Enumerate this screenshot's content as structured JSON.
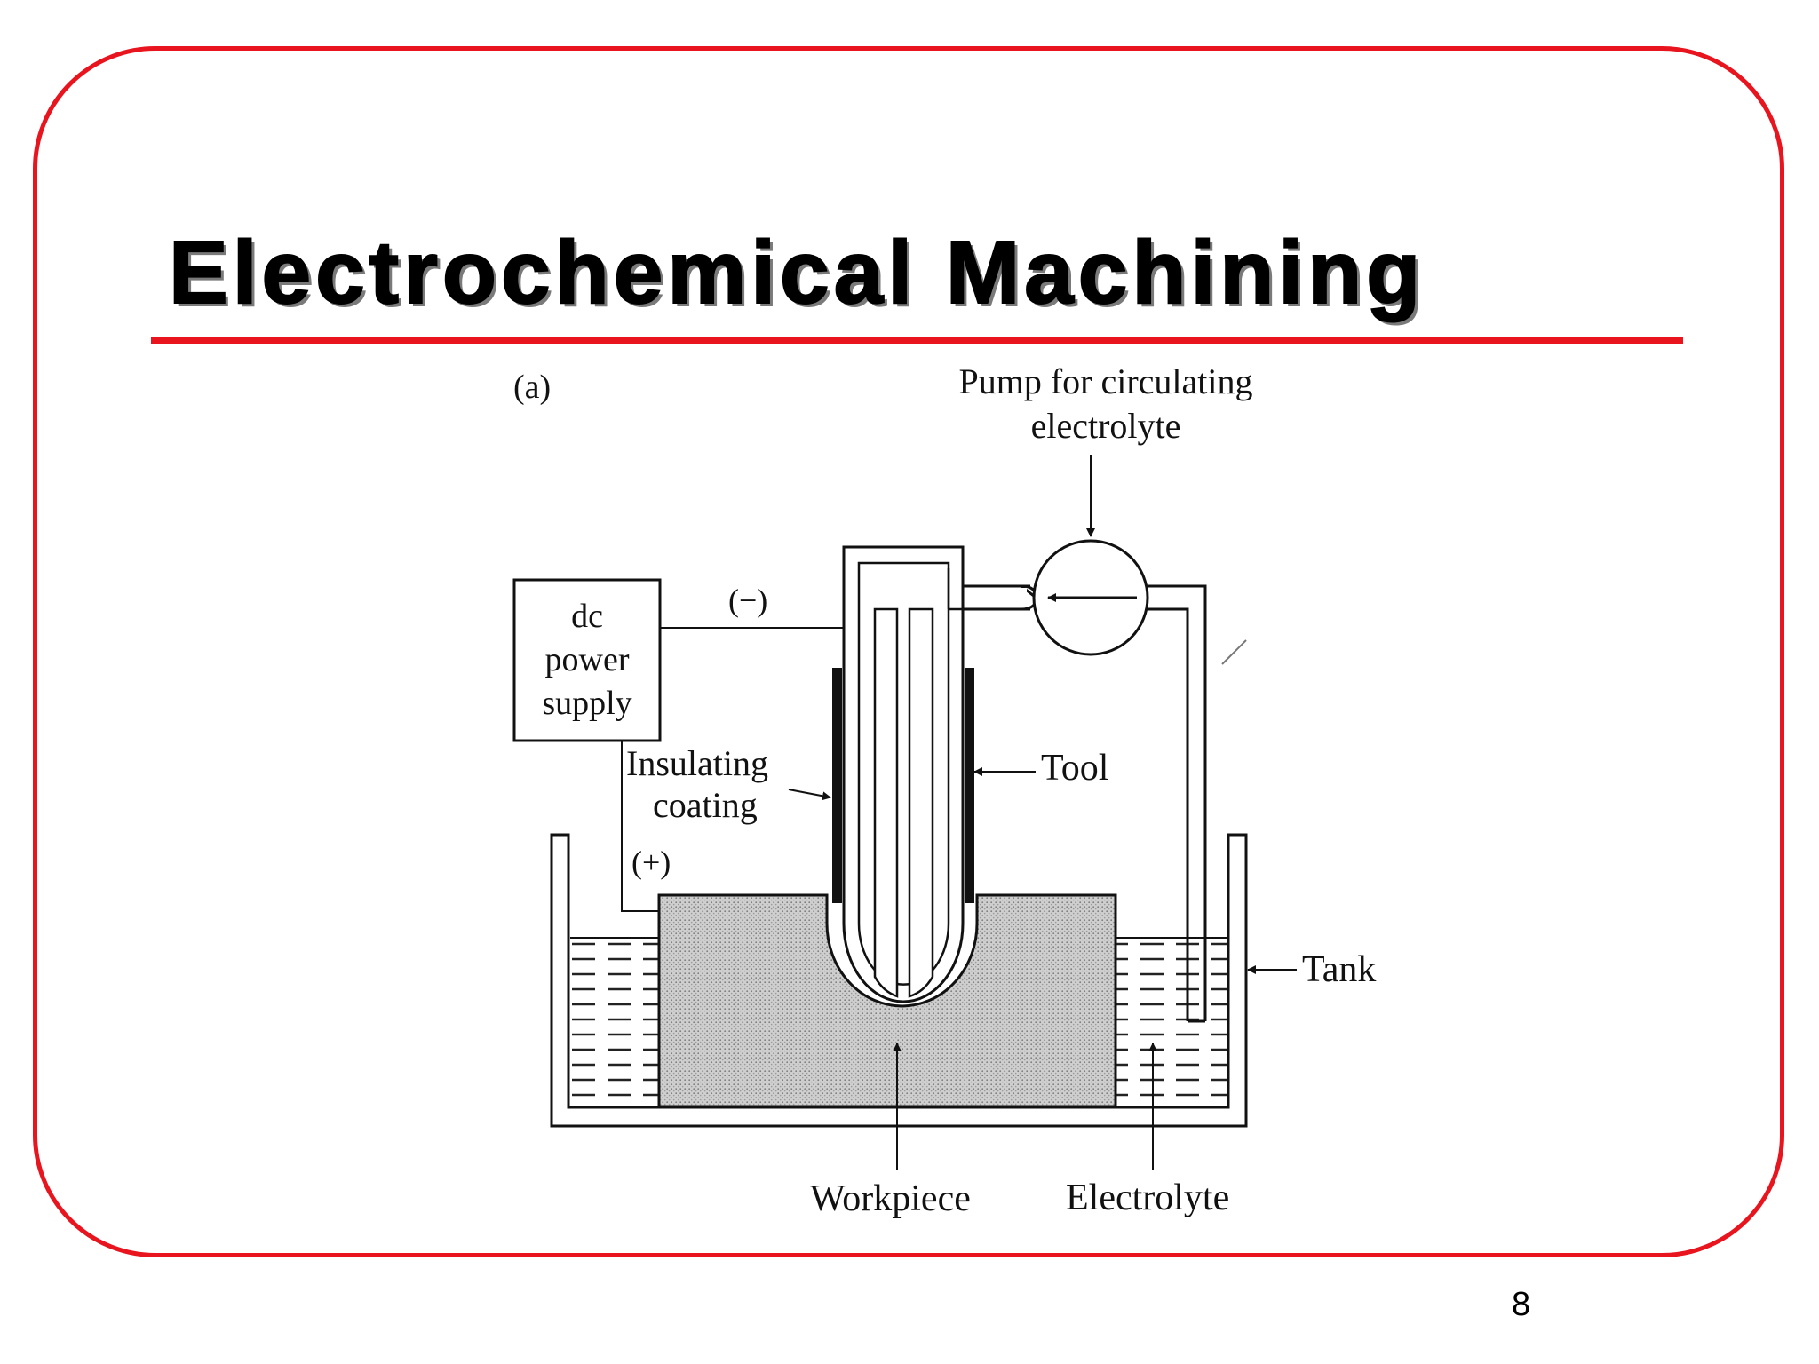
{
  "slide": {
    "title": "Electrochemical Machining",
    "page_number": "8"
  },
  "diagram": {
    "panel_label": "(a)",
    "pump_label_line1": "Pump for circulating",
    "pump_label_line2": "electrolyte",
    "power_line1": "dc",
    "power_line2": "power",
    "power_line3": "supply",
    "negative": "(−)",
    "positive": "(+)",
    "insulating_line1": "Insulating",
    "insulating_line2": "coating",
    "tool": "Tool",
    "tank": "Tank",
    "workpiece": "Workpiece",
    "electrolyte": "Electrolyte"
  }
}
